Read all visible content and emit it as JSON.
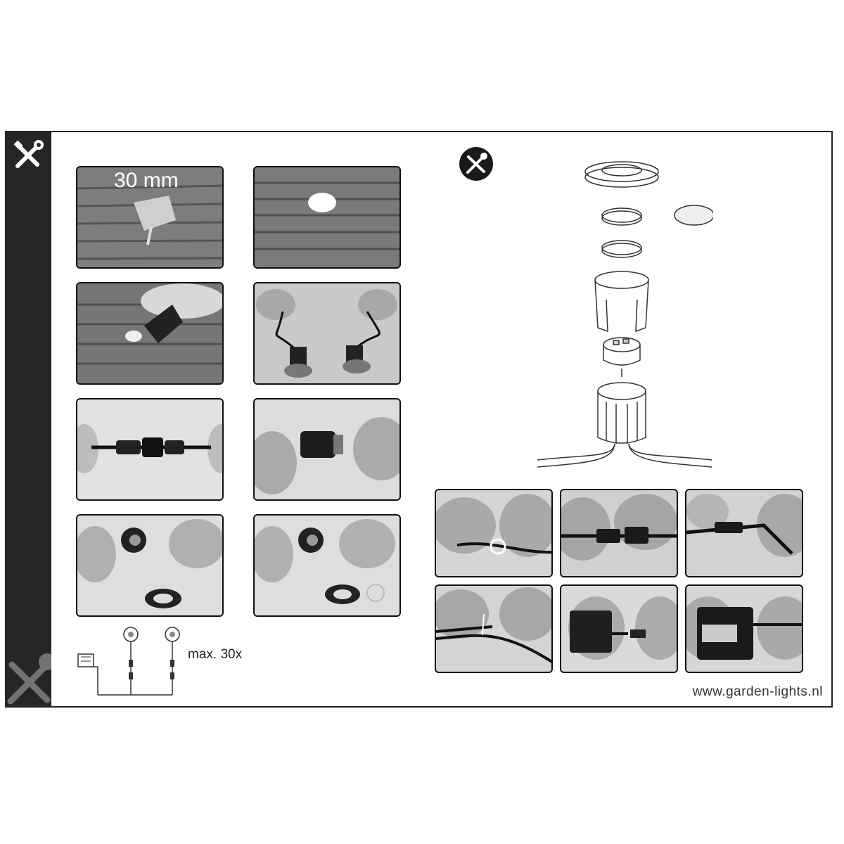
{
  "photo_panel_1": {
    "label": "30 mm"
  },
  "footer": {
    "max_text": "max. 30x",
    "website": "www.garden-lights.nl"
  },
  "icons": {
    "sidebar_top": "wrench-screwdriver-icon",
    "sidebar_bottom": "wrench-screwdriver-icon",
    "header_round": "wrench-screwdriver-round-icon"
  },
  "colors": {
    "sidebar": "#262626",
    "border": "#222222",
    "photo": "#9a9a9a"
  }
}
